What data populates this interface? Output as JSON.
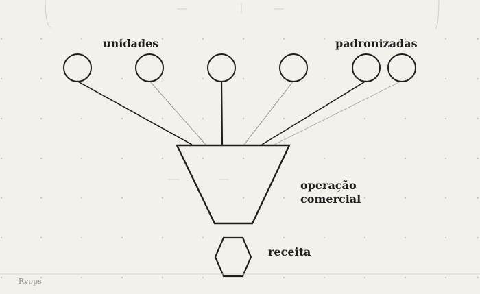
{
  "labels": {
    "top_left": "unidades",
    "top_right": "padronizadas",
    "middle_line1": "operação",
    "middle_line2": "comercial",
    "bottom": "receita"
  },
  "brand": "Rvops",
  "colors": {
    "background": "#f3f1ec",
    "ink": "#1e1e1e",
    "thin_line": "#8c8a86",
    "grid_dot": "#c9c6bf",
    "brand_text": "#8f8c86"
  },
  "nodes": {
    "count": 6
  }
}
